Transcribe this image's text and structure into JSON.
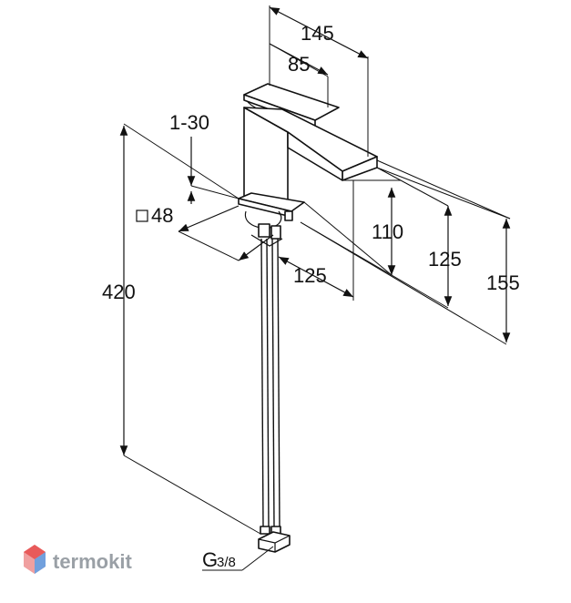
{
  "dimensions": {
    "width_overall": "145",
    "width_lever": "85",
    "deck_thickness": "1-30",
    "base_square": "48",
    "spout_reach": "125",
    "height_total": "420",
    "height_spout": "110",
    "height_mid": "125",
    "height_top": "155"
  },
  "thread": {
    "label": "G",
    "fraction": "3/8"
  },
  "watermark": {
    "text": "termokit",
    "color": "#9aa0a6",
    "logo_colors": [
      "#e85a5a",
      "#5aa0e8",
      "#f0a0a0"
    ]
  }
}
